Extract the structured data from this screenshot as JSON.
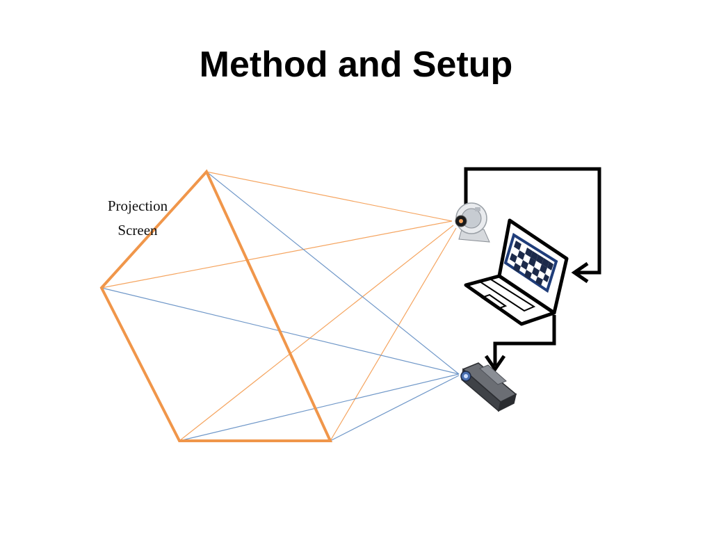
{
  "slide": {
    "title": "Method and Setup"
  },
  "diagram": {
    "screen_label_line1": "Projection",
    "screen_label_line2": "Screen",
    "colors": {
      "screen_outline": "#f0964a",
      "camera_rays": "#f5a45f",
      "projector_rays": "#6f97c8",
      "connection_arrows": "#000000",
      "laptop_screen_frame": "#1f3d7a"
    },
    "icons": [
      "webcam-icon",
      "laptop-icon",
      "checkerboard-pattern-icon",
      "projector-icon"
    ]
  }
}
